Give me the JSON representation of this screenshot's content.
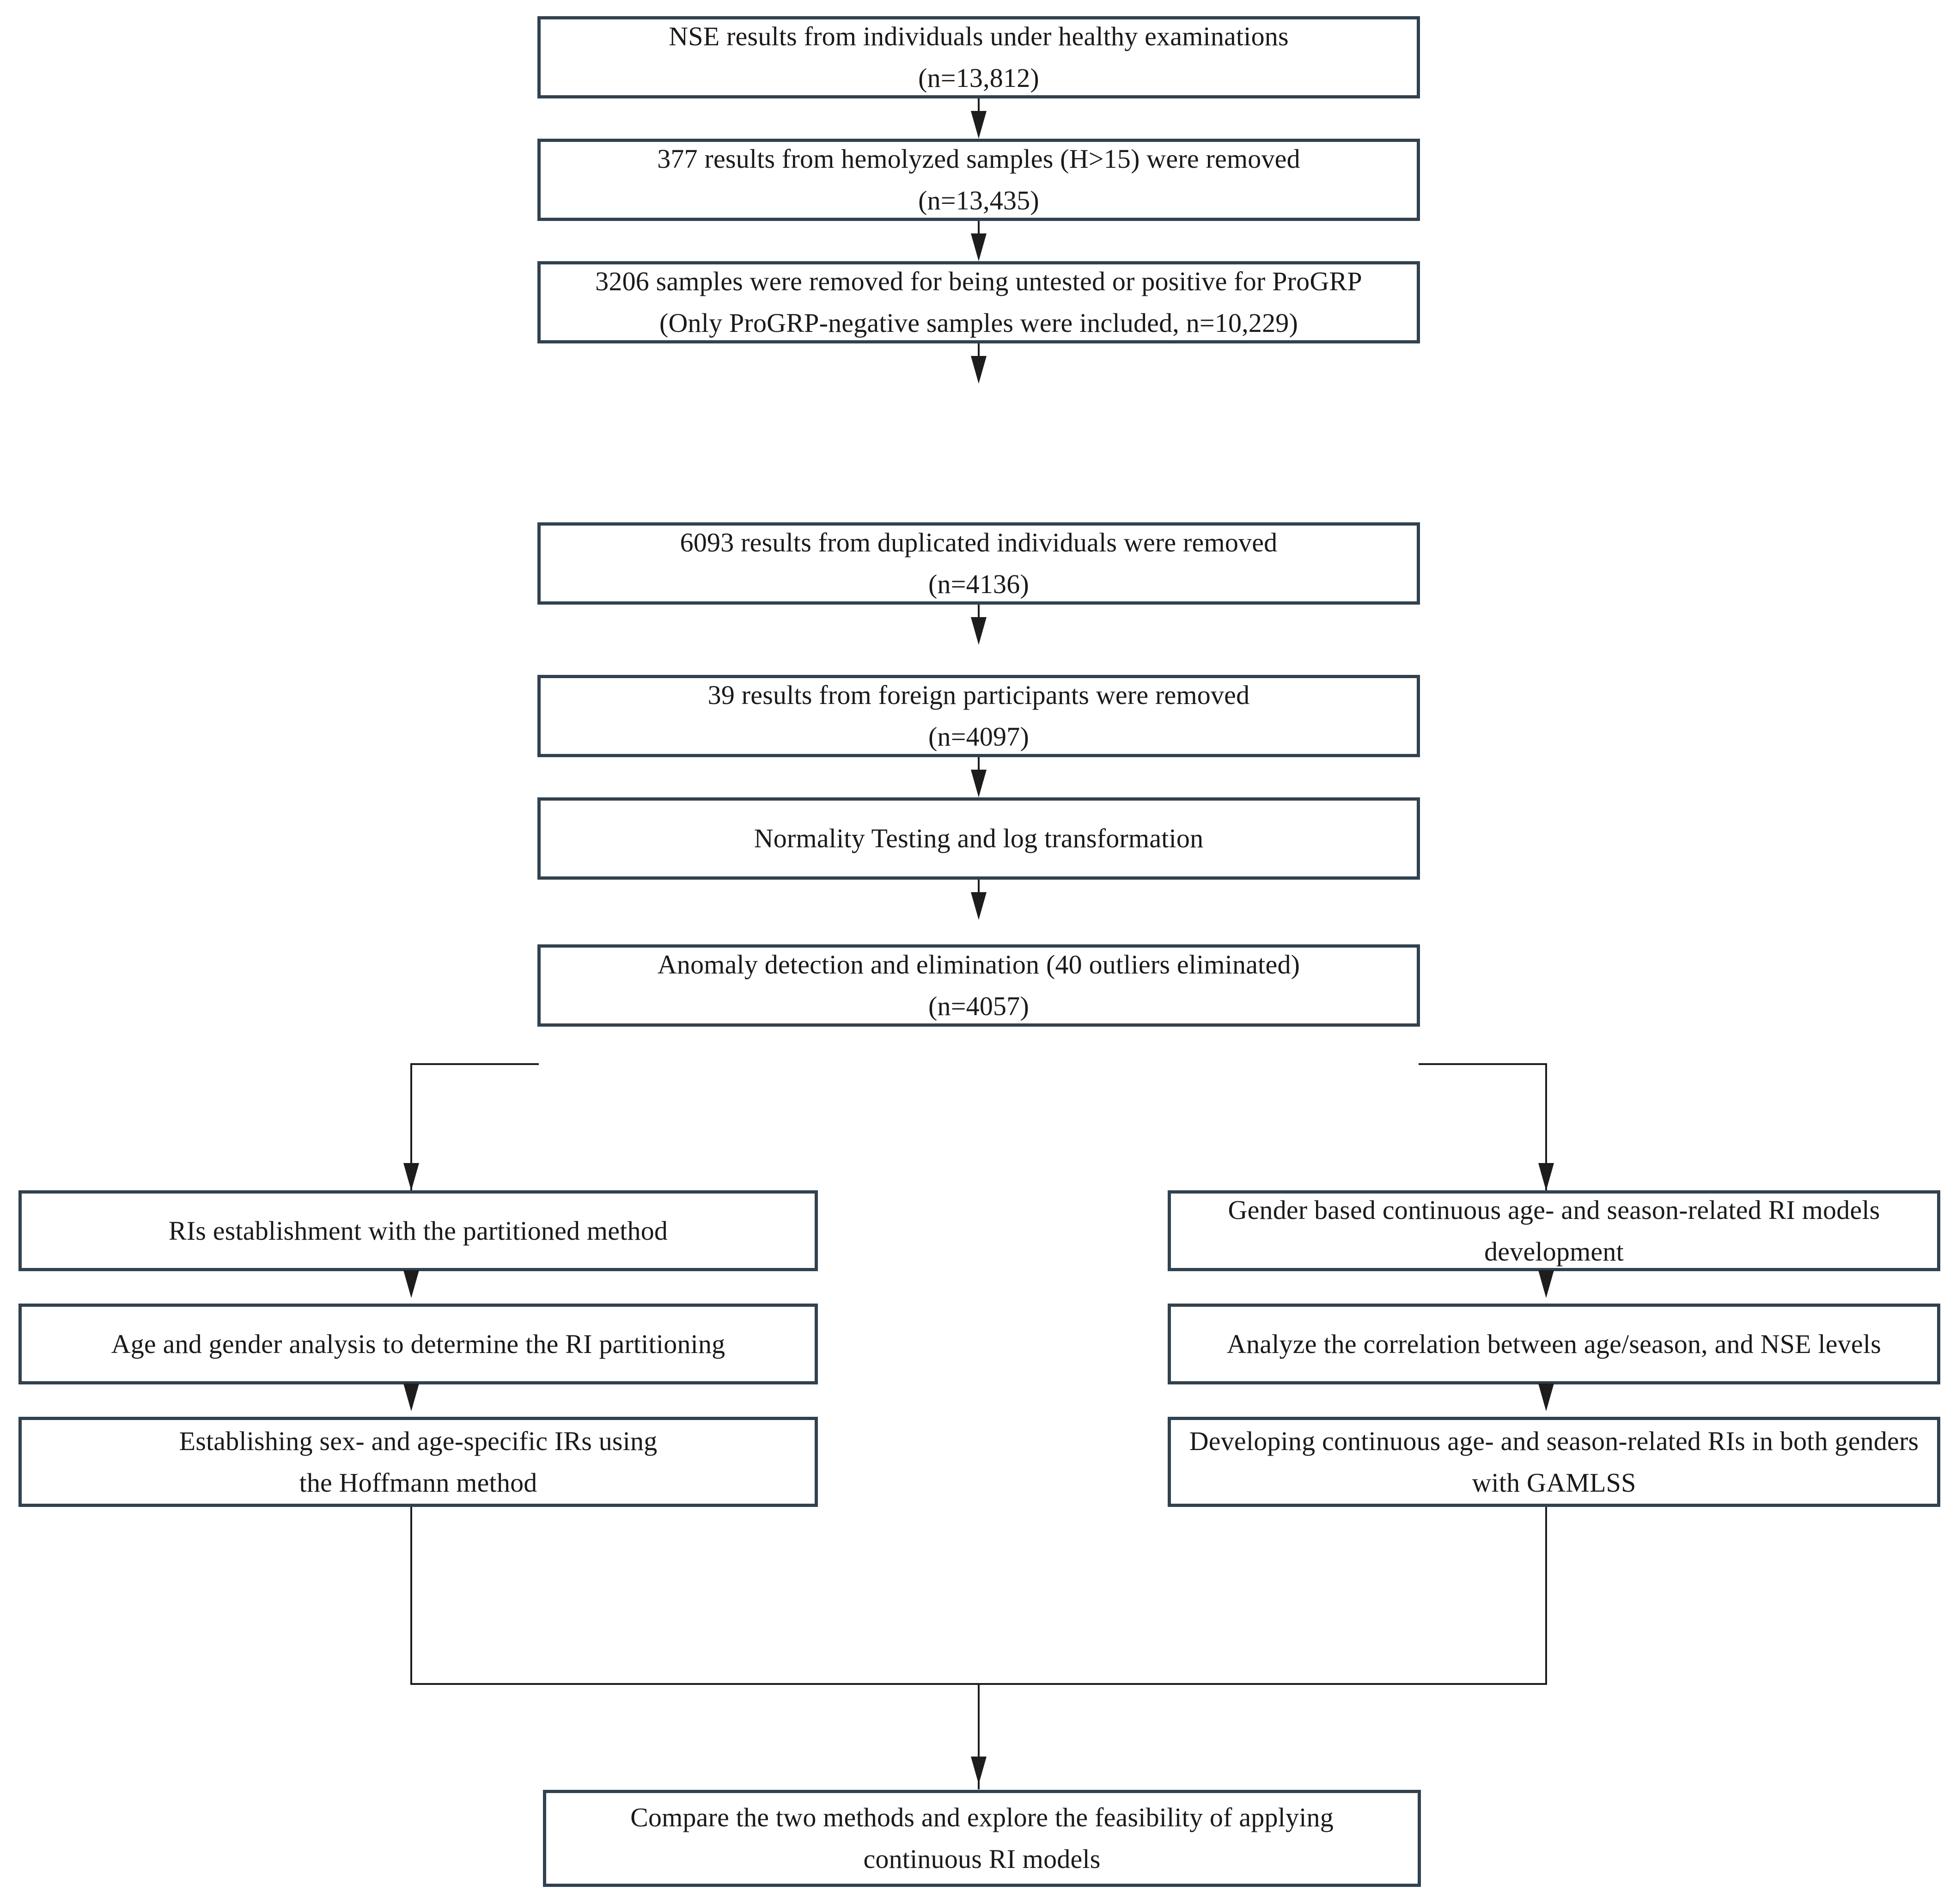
{
  "diagram": {
    "title": "NSE reference interval study flowchart",
    "colors": {
      "box_border": "#31414f",
      "connector": "#1d1d1d",
      "background": "#ffffff",
      "text": "#1a1a1a"
    },
    "nodes": {
      "n1": {
        "id": "nse-results",
        "text": "NSE results from individuals under healthy examinations\n(n=13,812)"
      },
      "n2": {
        "id": "hemolyzed-removed",
        "text": "377 results from hemolyzed samples (H>15) were removed\n(n=13,435)"
      },
      "n3": {
        "id": "progrp-removed",
        "text": "3206 samples were removed for being untested or positive for ProGRP\n(Only ProGRP-negative samples were included, n=10,229)"
      },
      "n4": {
        "id": "duplicates-removed",
        "text": "6093 results from duplicated individuals were removed\n(n=4136)"
      },
      "n5": {
        "id": "foreign-removed",
        "text": "39 results from foreign participants were removed\n(n=4097)"
      },
      "n6": {
        "id": "normality-testing",
        "text": "Normality Testing and log transformation"
      },
      "n7": {
        "id": "anomaly-detection",
        "text": "Anomaly detection and elimination (40 outliers eliminated)\n(n=4057)"
      },
      "l1": {
        "id": "partitioned-method",
        "text": "RIs establishment with the partitioned method"
      },
      "l2": {
        "id": "age-gender-analysis",
        "text": "Age and gender analysis to determine the RI partitioning"
      },
      "l3": {
        "id": "hoffmann-method",
        "text": "Establishing sex- and age-specific IRs using\nthe Hoffmann method"
      },
      "r1": {
        "id": "continuous-ri-models",
        "text": "Gender based continuous age- and season-related RI models\ndevelopment"
      },
      "r2": {
        "id": "correlation-analysis",
        "text": "Analyze the correlation between age/season, and NSE levels"
      },
      "r3": {
        "id": "gamlss-development",
        "text": "Developing continuous age- and season-related RIs in both genders\nwith GAMLSS"
      },
      "n8": {
        "id": "compare-methods",
        "text": "Compare the two methods and explore the feasibility of applying\ncontinuous RI models"
      }
    }
  }
}
